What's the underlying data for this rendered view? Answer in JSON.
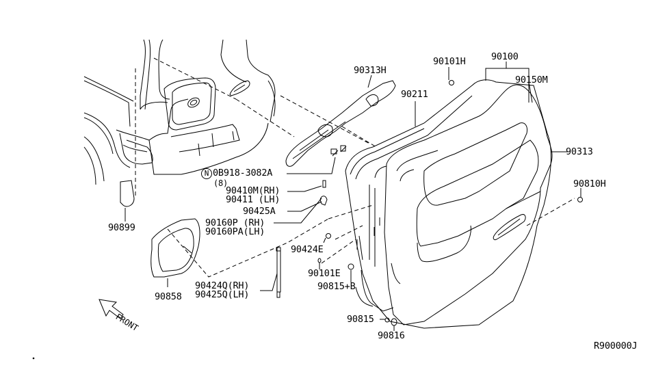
{
  "diagram": {
    "reference_code": "R900000J",
    "front_label": "FRONT",
    "parts": {
      "p90313H": "90313H",
      "p90101H": "90101H",
      "p90100": "90100",
      "p90150M": "90150M",
      "p90211": "90211",
      "p90313": "90313",
      "p90810H": "90810H",
      "p08918": "0B918-3082A",
      "p08918_n": "N",
      "p08918_qty": "(8)",
      "p90410M": "90410M(RH)",
      "p90411": "90411 (LH)",
      "p90425A": "90425A",
      "p90160P": "90160P (RH)",
      "p90160PA": "90160PA(LH)",
      "p90424E": "90424E",
      "p90101E": "90101E",
      "p90815B": "90815+B",
      "p90424Q": "90424Q(RH)",
      "p90425Q": "90425Q(LH)",
      "p90815": "90815",
      "p90816": "90816",
      "p90899": "90899",
      "p90858": "90858"
    }
  }
}
